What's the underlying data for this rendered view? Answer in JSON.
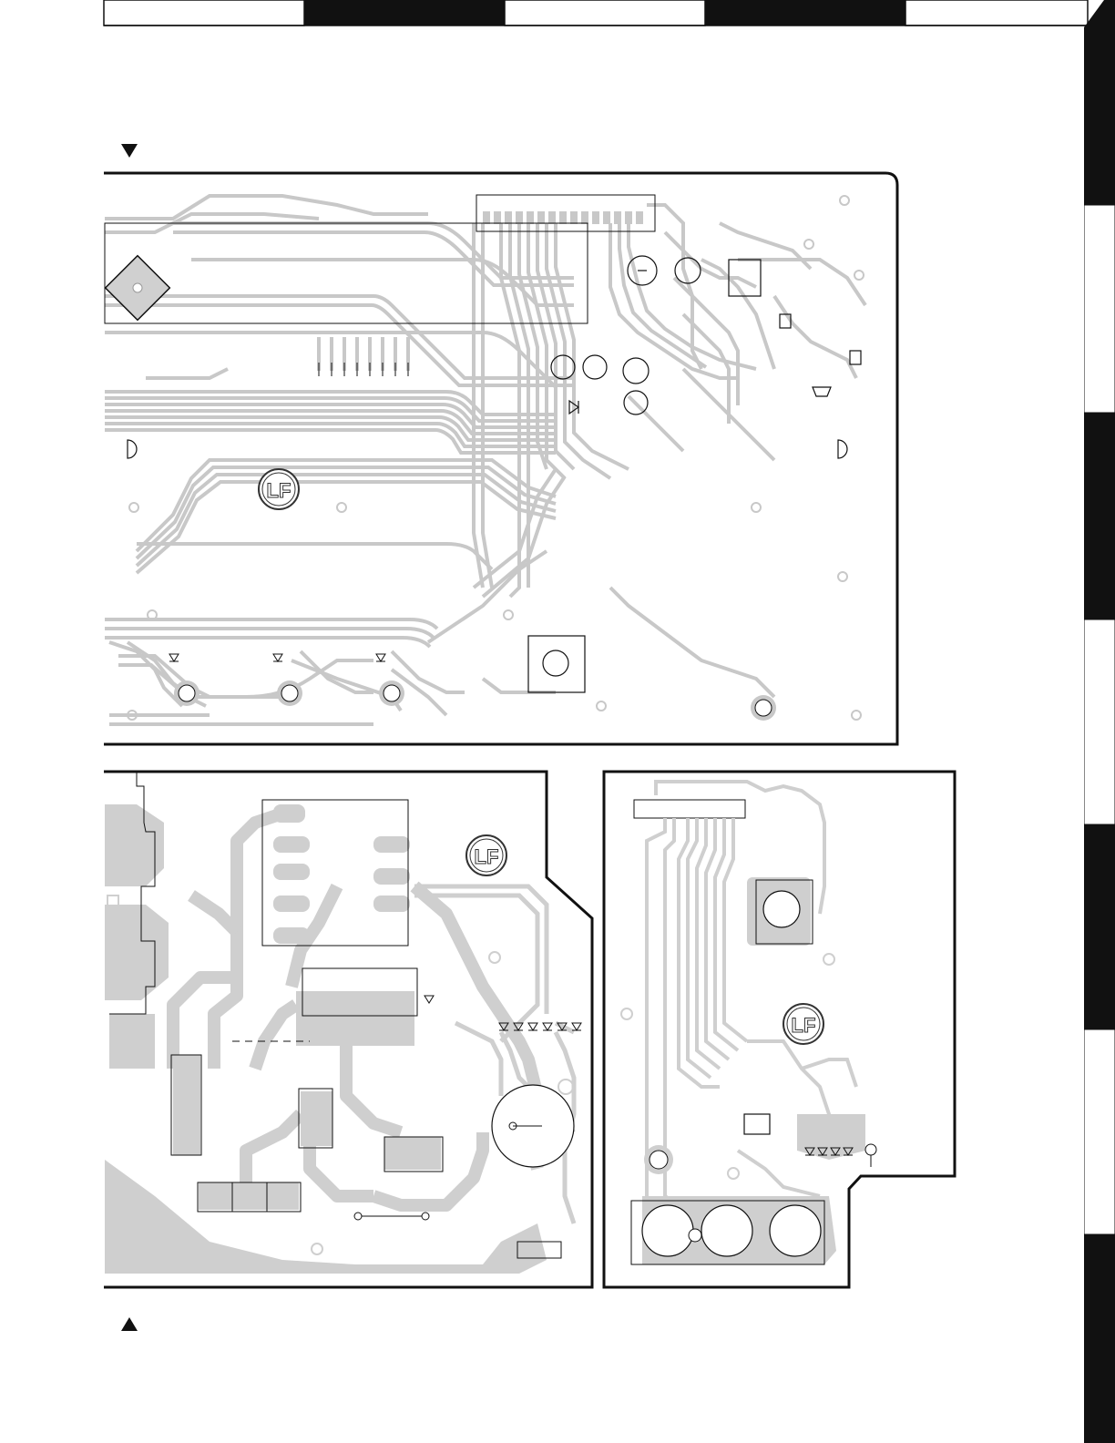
{
  "page": {
    "title": "",
    "header_band_colors": [
      "#ffffff",
      "#111111",
      "#ffffff",
      "#111111",
      "#ffffff"
    ],
    "edge_tab_colors": [
      "#111111",
      "#ffffff",
      "#111111",
      "#ffffff",
      "#111111",
      "#ffffff",
      "#111111"
    ]
  },
  "boards": [
    {
      "id": "top-board",
      "logo_text": "LF"
    },
    {
      "id": "bottom-left-board",
      "logo_text": "LF"
    },
    {
      "id": "bottom-right-board",
      "logo_text": "LF"
    }
  ],
  "markers": {
    "top_arrow": "down-triangle-icon",
    "bottom_arrow": "up-triangle-icon"
  },
  "colors": {
    "trace": "#c8c8c8",
    "outline": "#111111",
    "pad": "#bdbdbd"
  }
}
